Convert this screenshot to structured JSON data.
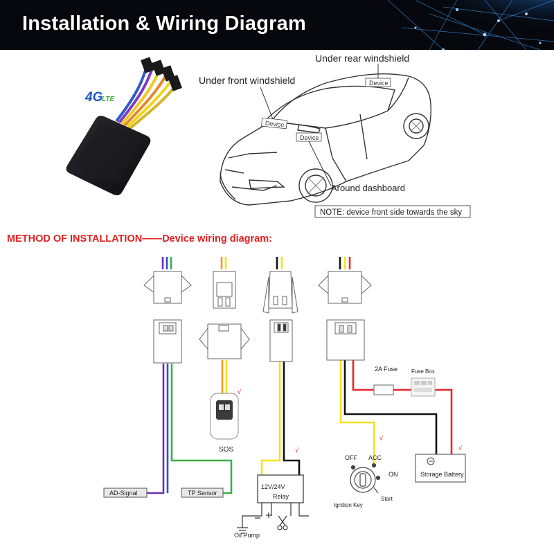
{
  "banner": {
    "title": "Installation & Wiring Diagram"
  },
  "product": {
    "logo_4g": "4G",
    "logo_lte": "LTE"
  },
  "car": {
    "rear_label": "Under rear windshield",
    "front_label": "Under front windshield",
    "dash_label": "Around dashboard",
    "device_tag": "Device",
    "note": "NOTE: device front side towards the sky"
  },
  "method": {
    "heading": "METHOD OF INSTALLATION",
    "dash": "——",
    "subheading": "Device wiring diagram:"
  },
  "wiring": {
    "sos": "SOS",
    "ad_signal": "AD-Signal",
    "tp_sensor": "TP Sensor",
    "relay_voltage": "12V/24V",
    "relay": "Relay",
    "oil_pump": "Oil Pump",
    "fuse": "2A Fuse",
    "fuse_box": "Fuse Box",
    "storage_battery": "Storage Battery",
    "off": "OFF",
    "acc": "ACC",
    "on": "ON",
    "start": "Start",
    "ignition_key": "Ignition Key",
    "check": "√"
  },
  "colors": {
    "purple": "#6a2fb4",
    "blue": "#2a4fd0",
    "green": "#3fae49",
    "yellow": "#f4e21c",
    "orange": "#f59a17",
    "black": "#111111",
    "red": "#e8262b",
    "heading_red": "#e21f1f"
  }
}
